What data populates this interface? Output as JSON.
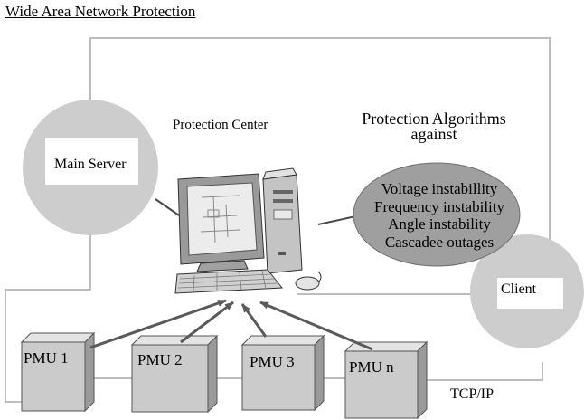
{
  "title": "Wide Area Network Protection",
  "protection_center": {
    "label": "Protection Center"
  },
  "main_server": {
    "label": "Main Server"
  },
  "client": {
    "label": "Client"
  },
  "algorithms": {
    "heading_line1": "Protection Algorithms",
    "heading_line2": "against",
    "items": [
      "Voltage instabillity",
      "Frequency instability",
      "Angle instability",
      "Cascadee outages"
    ]
  },
  "pmus": [
    {
      "label": "PMU 1"
    },
    {
      "label": "PMU 2"
    },
    {
      "label": "PMU 3"
    },
    {
      "label": "PMU n"
    }
  ],
  "network": {
    "protocol": "TCP/IP"
  },
  "colors": {
    "network_line": "#bdbdbd",
    "server_circle": "#cdcdcd",
    "algorithm_ellipse": "#9f9f9f",
    "pmu_box": "#cbcbcb",
    "arrow": "#5a5a5a"
  }
}
